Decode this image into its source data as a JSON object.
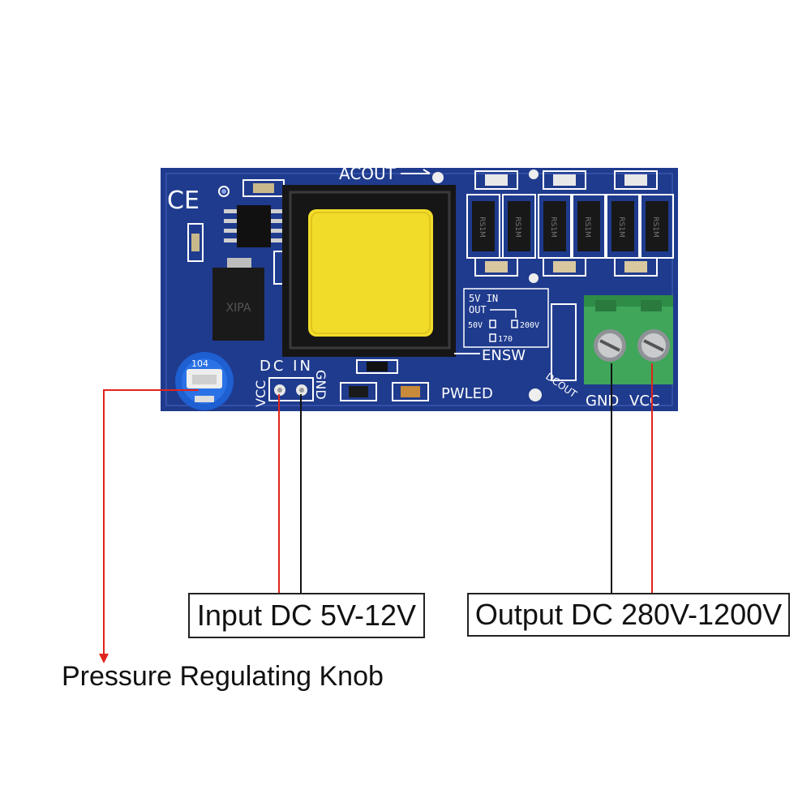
{
  "board": {
    "silkscreen": {
      "ce_mark": "CE",
      "acout": "ACOUT",
      "dc_in": "DC IN",
      "vcc": "VCC",
      "gnd": "GND",
      "pwled": "PWLED",
      "ensw": "ENSW",
      "dcout": "DCOUT",
      "out_gnd": "GND",
      "out_vcc": "VCC",
      "mosfet_marking": "XIPA",
      "pot_marking": "104",
      "diode_marking": "RS1M",
      "sel_title": "5V IN",
      "sel_out": "OUT",
      "sel_50v": "50V",
      "sel_200v": "200V",
      "sel_170": "170"
    }
  },
  "labels": {
    "input": "Input DC 5V-12V",
    "output": "Output DC 280V-1200V",
    "knob": "Pressure Regulating Knob"
  },
  "colors": {
    "pcb": "#1f3b8e",
    "transformer_tape": "#f2dc2a",
    "terminal_block": "#3fa65a",
    "wire_red": "#e0241b",
    "wire_black": "#111111"
  }
}
